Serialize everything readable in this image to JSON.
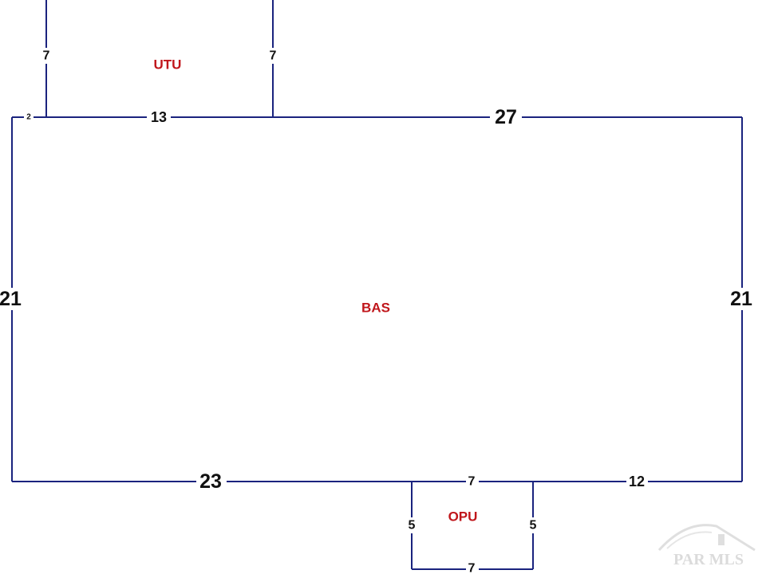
{
  "areas": {
    "utu": "UTU",
    "bas": "BAS",
    "opu": "OPU"
  },
  "dimensions": {
    "utu_left": "7",
    "utu_right": "7",
    "top_offset": "2",
    "top_utu": "13",
    "top_main": "27",
    "left": "21",
    "right": "21",
    "bottom_left": "23",
    "bottom_opu": "7",
    "bottom_right": "12",
    "opu_left": "5",
    "opu_right": "5",
    "opu_bottom": "7"
  },
  "watermark": "PAR MLS",
  "colors": {
    "walls": "#1a237e",
    "area_labels": "#c0161b",
    "dimension_labels": "#111111"
  }
}
